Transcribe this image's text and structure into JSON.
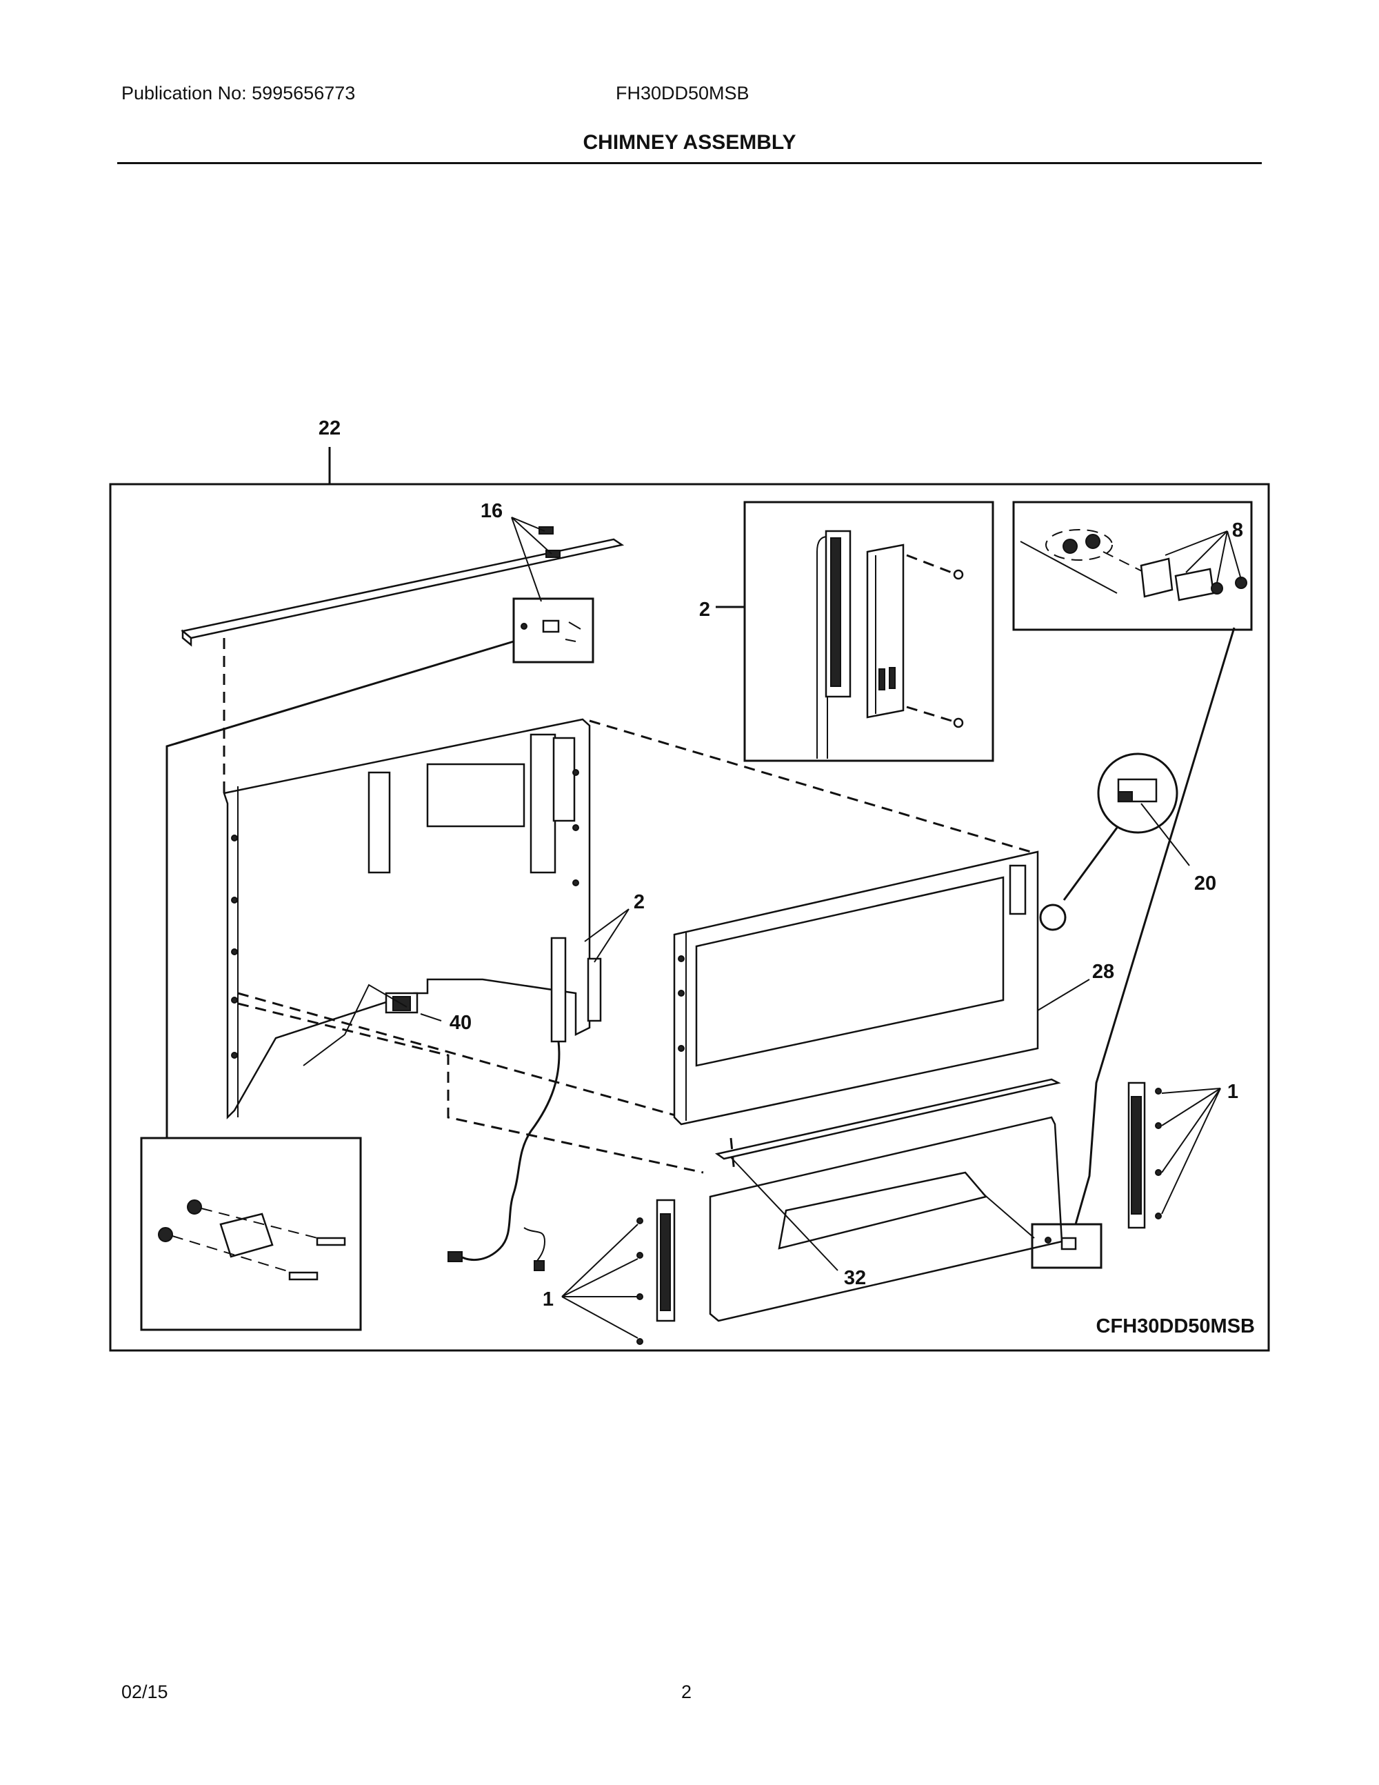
{
  "header": {
    "publication": "Publication No: 5995656773",
    "model": "FH30DD50MSB",
    "title": "CHIMNEY ASSEMBLY"
  },
  "diagram": {
    "callouts": {
      "c22": "22",
      "c16": "16",
      "c2a": "2",
      "c8": "8",
      "c20": "20",
      "c2b": "2",
      "c28": "28",
      "c40": "40",
      "c1a": "1",
      "c32": "32",
      "c1b": "1"
    },
    "diagram_code": "CFH30DD50MSB"
  },
  "footer": {
    "date": "02/15",
    "page": "2"
  }
}
